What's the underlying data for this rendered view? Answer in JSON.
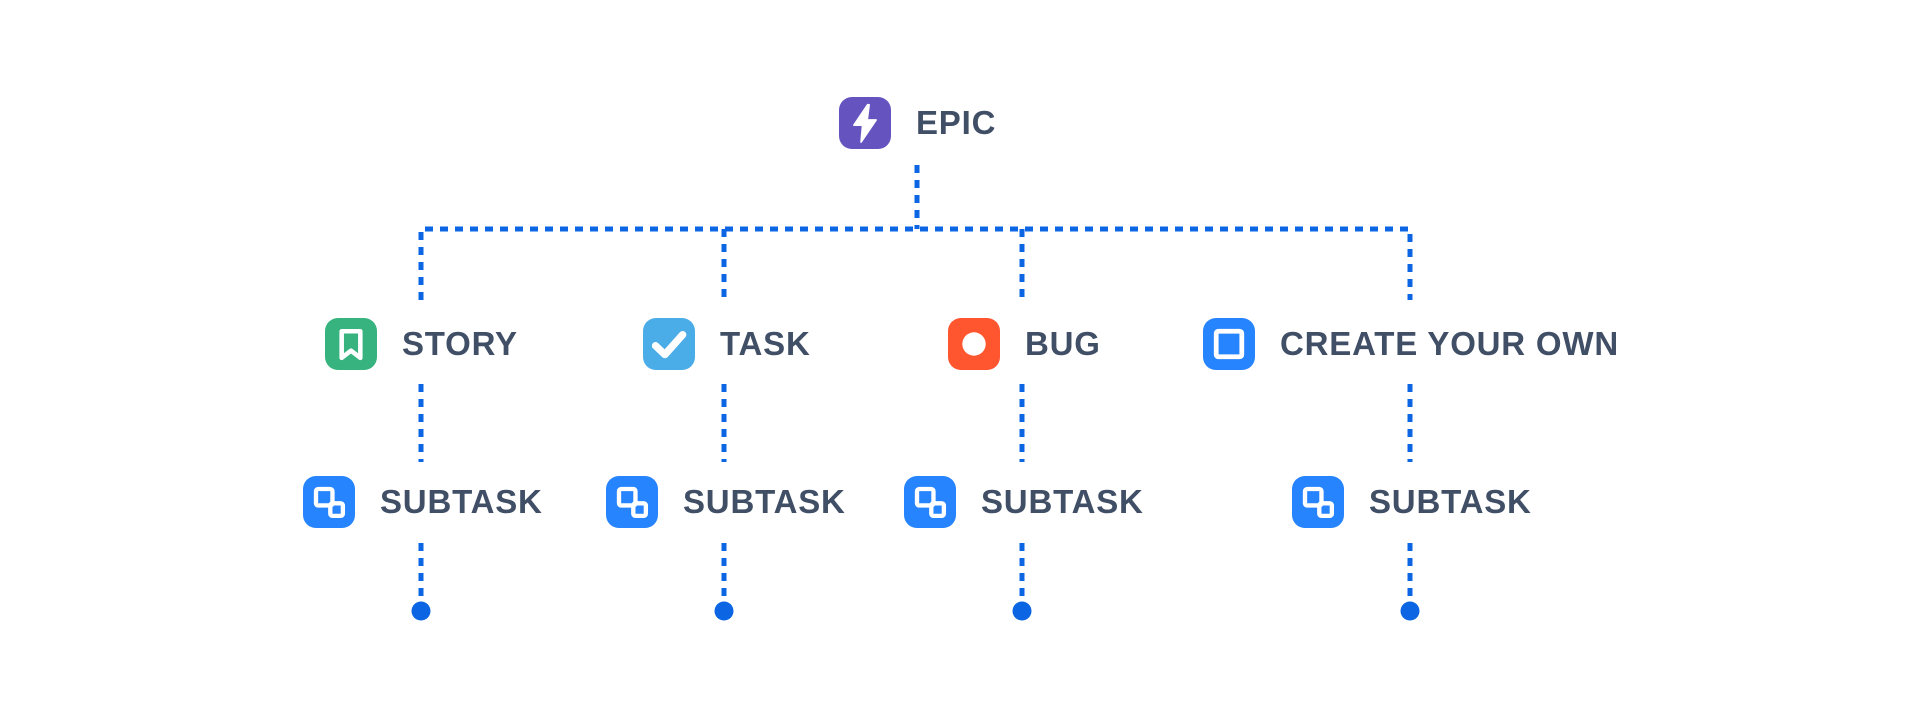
{
  "colors": {
    "background": "#FFFFFF",
    "line": "#0C66E4",
    "label": "#404F66",
    "epic": "#6554C0",
    "story": "#36B37E",
    "task": "#4BADE8",
    "bug": "#FF5630",
    "blue": "#2684FF"
  },
  "tree": {
    "label": "EPIC",
    "icon": "lightning-bolt",
    "icon_color": "#6554C0",
    "children": [
      {
        "label": "STORY",
        "icon": "bookmark",
        "icon_color": "#36B37E",
        "children": [
          {
            "label": "SUBTASK",
            "icon": "subtask-squares",
            "icon_color": "#2684FF"
          }
        ]
      },
      {
        "label": "TASK",
        "icon": "checkmark",
        "icon_color": "#4BADE8",
        "children": [
          {
            "label": "SUBTASK",
            "icon": "subtask-squares",
            "icon_color": "#2684FF"
          }
        ]
      },
      {
        "label": "BUG",
        "icon": "filled-circle",
        "icon_color": "#FF5630",
        "children": [
          {
            "label": "SUBTASK",
            "icon": "subtask-squares",
            "icon_color": "#2684FF"
          }
        ]
      },
      {
        "label": "CREATE YOUR OWN",
        "icon": "square-outline",
        "icon_color": "#2684FF",
        "children": [
          {
            "label": "SUBTASK",
            "icon": "subtask-squares",
            "icon_color": "#2684FF"
          }
        ]
      }
    ]
  }
}
